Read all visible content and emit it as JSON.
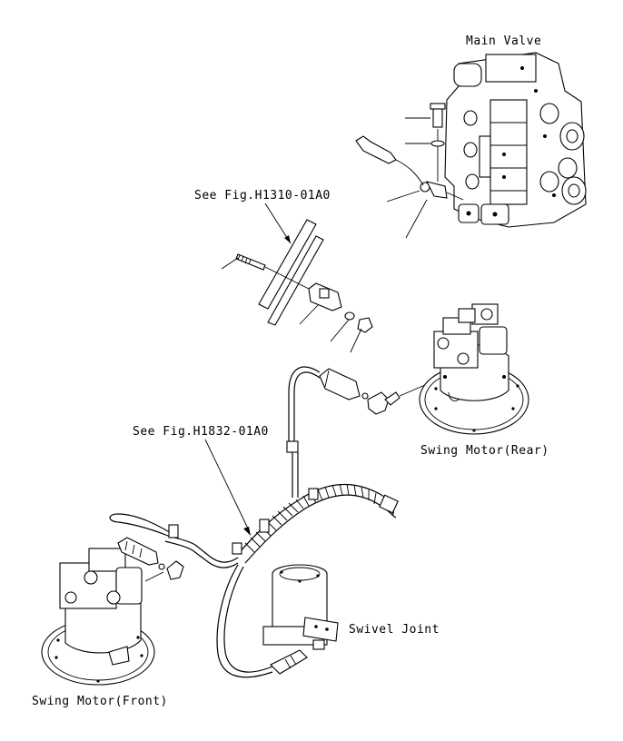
{
  "labels": {
    "main_valve": "Main Valve",
    "see_fig_1": "See Fig.H1310-01A0",
    "see_fig_2": "See Fig.H1832-01A0",
    "swing_motor_rear": "Swing Motor(Rear)",
    "swivel_joint": "Swivel Joint",
    "swing_motor_front": "Swing Motor(Front)"
  }
}
